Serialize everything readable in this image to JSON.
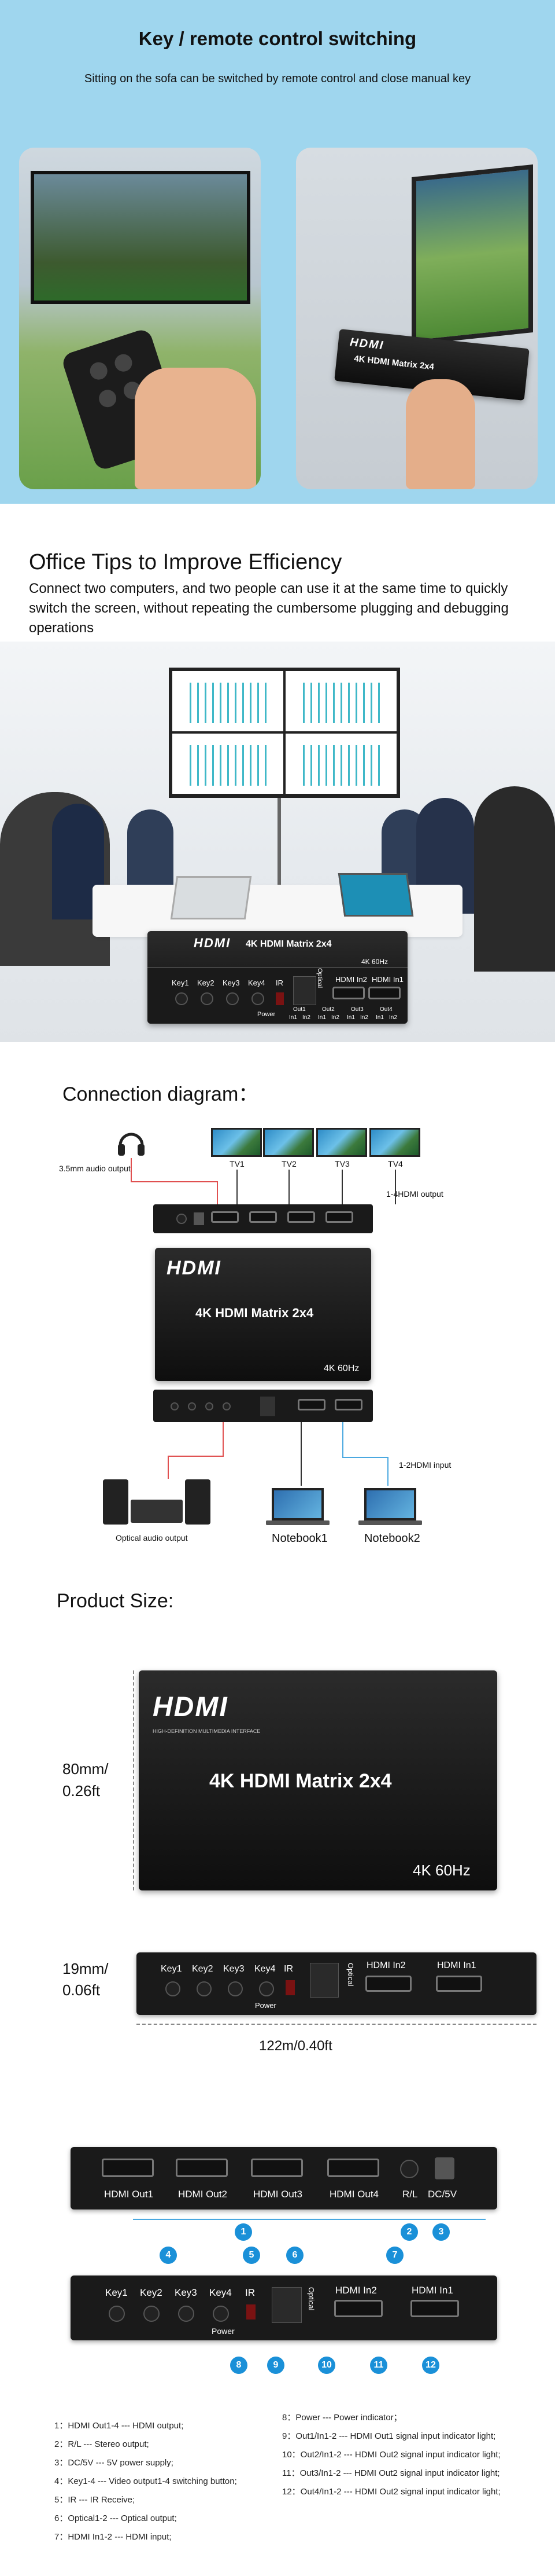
{
  "section1": {
    "title": "Key / remote control switching",
    "subtitle": "Sitting on the sofa can be switched by remote control and close manual key",
    "device_logo": "HDMI",
    "device_model": "4K HDMI Matrix 2x4"
  },
  "section2": {
    "title": "Office Tips to Improve Efficiency",
    "paragraph": "Connect two computers, and two people can use it at the same time to quickly switch the screen, without repeating the cumbersome plugging and debugging operations",
    "device": {
      "logo": "HDMI",
      "model": "4K HDMI Matrix 2x4",
      "res": "4K 60Hz",
      "keys": [
        "Key1",
        "Key2",
        "Key3",
        "Key4"
      ],
      "ir": "IR",
      "power": "Power",
      "optical": "Optical",
      "in2": "HDMI In2",
      "in1": "HDMI In1",
      "out_labels": [
        "In1",
        "In2",
        "In1",
        "In2",
        "In1",
        "In2",
        "In1",
        "In2"
      ],
      "out_group": [
        "Out1",
        "Out2",
        "Out3",
        "Out4"
      ]
    }
  },
  "section3": {
    "title": "Connection diagram：",
    "audio_label": "3.5mm audio output",
    "tvs": [
      "TV1",
      "TV2",
      "TV3",
      "TV4"
    ],
    "hdmi_out_label": "1-4HDMI output",
    "logo": "HDMI",
    "model": "4K HDMI Matrix 2x4",
    "res": "4K 60Hz",
    "hdmi_in_label": "1-2HDMI input",
    "optical_label": "Optical audio output",
    "notebooks": [
      "Notebook1",
      "Notebook2"
    ]
  },
  "section4": {
    "title": "Product Size:",
    "height_label": "80mm/\n0.26ft",
    "height_mm": "80mm/",
    "height_ft": "0.26ft",
    "depth_mm": "19mm/",
    "depth_ft": "0.06ft",
    "width_label": "122m/0.40ft",
    "logo": "HDMI",
    "logo_sub": "HIGH-DEFINITION MULTIMEDIA INTERFACE",
    "model": "4K HDMI Matrix 2x4",
    "res": "4K 60Hz",
    "keys": [
      "Key1",
      "Key2",
      "Key3",
      "Key4"
    ],
    "ir": "IR",
    "power": "Power",
    "optical": "Optical",
    "in2": "HDMI In2",
    "in1": "HDMI In1"
  },
  "section5": {
    "back_ports": [
      "HDMI Out1",
      "HDMI Out2",
      "HDMI Out3",
      "HDMI Out4"
    ],
    "rl": "R/L",
    "dc": "DC/5V",
    "front_keys": [
      "Key1",
      "Key2",
      "Key3",
      "Key4"
    ],
    "ir": "IR",
    "power": "Power",
    "optical": "Optical",
    "in2": "HDMI In2",
    "in1": "HDMI In1",
    "numbers": [
      "1",
      "2",
      "3",
      "4",
      "5",
      "6",
      "7",
      "8",
      "9",
      "10",
      "11",
      "12"
    ],
    "legend_left": [
      "1：HDMI Out1-4 --- HDMI output;",
      "2：R/L --- Stereo output;",
      "3：DC/5V --- 5V power supply;",
      "4：Key1-4 --- Video output1-4 switching button;",
      "5：IR --- IR Receive;",
      "6：Optical1-2 --- Optical output;",
      "7：HDMI In1-2 --- HDMI input;"
    ],
    "legend_right": [
      "8：Power --- Power indicator；",
      "9：Out1/In1-2 --- HDMI Out1 signal input indicator light;",
      "10：Out2/In1-2 --- HDMI Out2 signal input indicator light;",
      "11：Out3/In1-2 --- HDMI Out2 signal input indicator light;",
      "12：Out4/In1-2 --- HDMI Out2 signal input indicator light;"
    ]
  },
  "colors": {
    "section1_bg": "#9fd6ee",
    "accent_blue": "#1a90d8",
    "red_cable": "#e05050",
    "blue_cable": "#4aa8e0"
  }
}
